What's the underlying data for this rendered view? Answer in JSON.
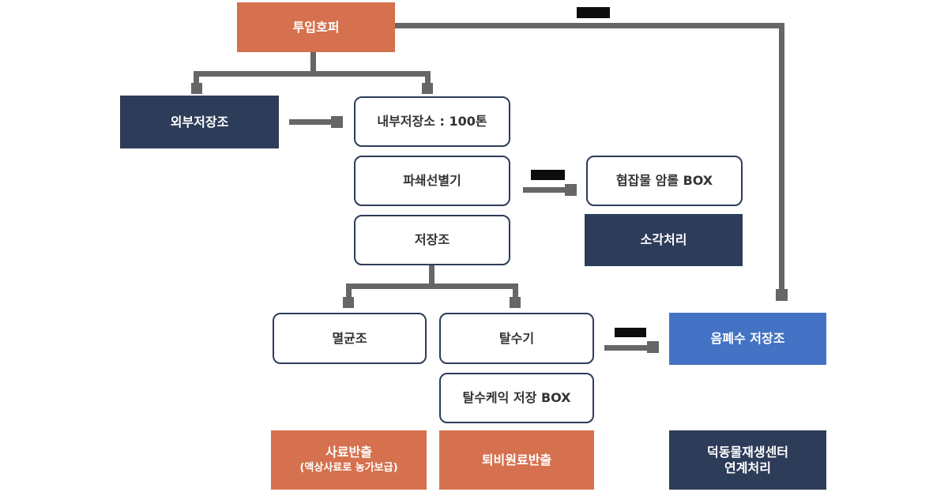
{
  "diagram": {
    "title_hint": "food-waste treatment process flow",
    "colors": {
      "accent_orange": "#d5714e",
      "accent_navy": "#2d3c59",
      "accent_blue": "#4472c4",
      "connector_gray": "#666666",
      "redaction_black": "#0d0d0d",
      "outline_box_text": "#333333",
      "background": "#ffffff"
    },
    "nodes": {
      "input_hopper": {
        "label": "투입호퍼"
      },
      "external_storage": {
        "label": "외부저장조"
      },
      "internal_storage": {
        "label": "내부저장소 : 100톤"
      },
      "crusher_sorter": {
        "label": "파쇄선별기"
      },
      "storage_tank": {
        "label": "저장조"
      },
      "impurities_box": {
        "label": "협잡물 암롤 BOX"
      },
      "incineration": {
        "label": "소각처리"
      },
      "sterilization_tank": {
        "label": "멸균조"
      },
      "dehydrator": {
        "label": "탈수기"
      },
      "dewatered_cake_box": {
        "label": "탈수케익 저장 BOX"
      },
      "wastewater_storage": {
        "label": "음폐수 저장조"
      },
      "feed_export": {
        "label": "사료반출",
        "sublabel": "(액상사료로 농가보급)"
      },
      "compost_export": {
        "label": "퇴비원료반출"
      },
      "deokdong_center": {
        "label": "덕동물재생센터",
        "label_line2": "연계처리"
      }
    },
    "edges": [
      {
        "from": "투입호퍼",
        "to": "외부저장조",
        "style": "elbow-down-left"
      },
      {
        "from": "투입호퍼",
        "to": "내부저장소 : 100톤",
        "style": "elbow-down-right"
      },
      {
        "from": "투입호퍼",
        "to": "음폐수 저장조",
        "style": "elbow-right-down",
        "label": "redacted-black-bar"
      },
      {
        "from": "외부저장조",
        "to": "내부저장소 : 100톤",
        "style": "horizontal-arrow"
      },
      {
        "from": "파쇄선별기",
        "to": "협잡물 암롤 BOX",
        "style": "horizontal-arrow",
        "label": "redacted-black-bar"
      },
      {
        "from": "저장조",
        "to": "멸균조",
        "style": "elbow-down-left"
      },
      {
        "from": "저장조",
        "to": "탈수기",
        "style": "elbow-down-right"
      },
      {
        "from": "탈수기",
        "to": "음폐수 저장조",
        "style": "horizontal-arrow",
        "label": "redacted-black-bar"
      }
    ]
  }
}
